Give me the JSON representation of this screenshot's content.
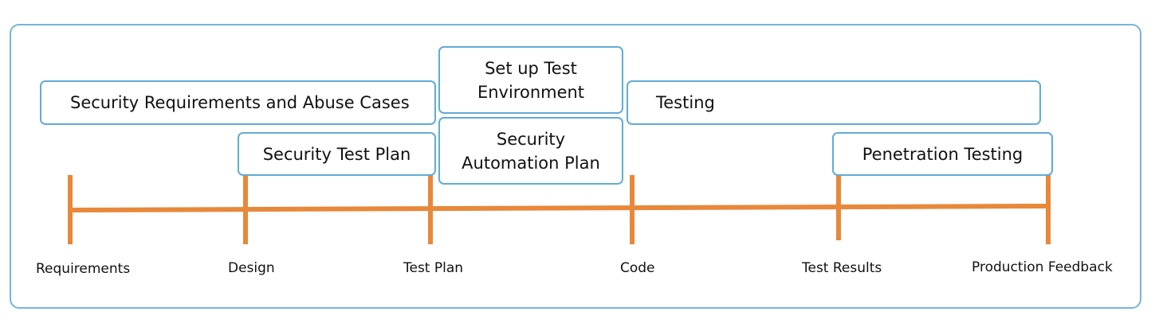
{
  "activities": [
    {
      "id": "security-requirements",
      "label": "Security Requirements and Abuse Cases"
    },
    {
      "id": "security-test-plan",
      "label": "Security Test Plan"
    },
    {
      "id": "setup-test-environment",
      "label": "Set up Test\nEnvironment"
    },
    {
      "id": "security-automation-plan",
      "label": "Security\nAutomation Plan"
    },
    {
      "id": "testing",
      "label": "Testing"
    },
    {
      "id": "penetration-testing",
      "label": "Penetration Testing"
    }
  ],
  "milestones": [
    "Requirements",
    "Design",
    "Test Plan",
    "Code",
    "Test Results",
    "Production Feedback"
  ],
  "colors": {
    "timeline": "#e8883a",
    "box_border": "#60acd6",
    "frame_border": "#74b6d8"
  }
}
